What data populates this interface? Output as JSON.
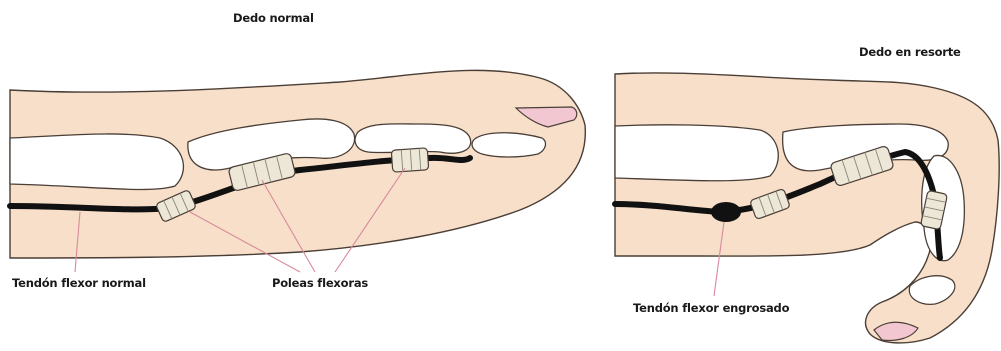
{
  "labels": {
    "normal_title": "Dedo normal",
    "trigger_title": "Dedo en resorte",
    "tendon_normal": "Tendón flexor normal",
    "pulleys": "Poleas flexoras",
    "tendon_thickened": "Tendón flexor engrosado"
  },
  "colors": {
    "skin": "#f7dfc9",
    "skin_outline": "#4a3e36",
    "bone": "#ffffff",
    "tendon": "#111111",
    "pulley": "#ece7d6",
    "nail": "#f3c7d1",
    "leader_line": "#d98a9b"
  }
}
